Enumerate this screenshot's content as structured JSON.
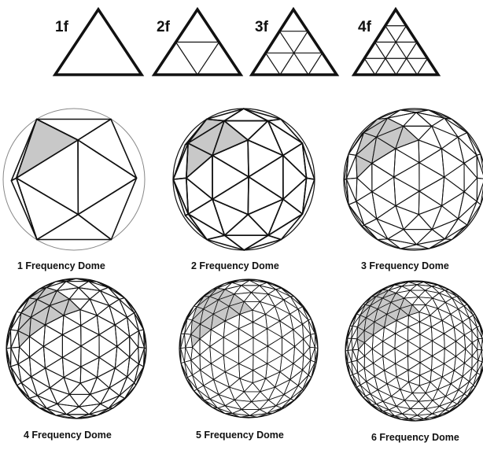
{
  "triangles": [
    {
      "label": "1f",
      "frequency": 1
    },
    {
      "label": "2f",
      "frequency": 2
    },
    {
      "label": "3f",
      "frequency": 3
    },
    {
      "label": "4f",
      "frequency": 4
    }
  ],
  "domes": [
    {
      "caption": "1 Frequency Dome",
      "frequency": 1
    },
    {
      "caption": "2 Frequency Dome",
      "frequency": 2
    },
    {
      "caption": "3 Frequency Dome",
      "frequency": 3
    },
    {
      "caption": "4 Frequency Dome",
      "frequency": 4
    },
    {
      "caption": "5 Frequency Dome",
      "frequency": 5
    },
    {
      "caption": "6 Frequency Dome",
      "frequency": 6
    }
  ],
  "colors": {
    "line": "#111111",
    "highlight_fill": "#c8c8c8",
    "outer_line": "#888888",
    "background": "#ffffff"
  }
}
